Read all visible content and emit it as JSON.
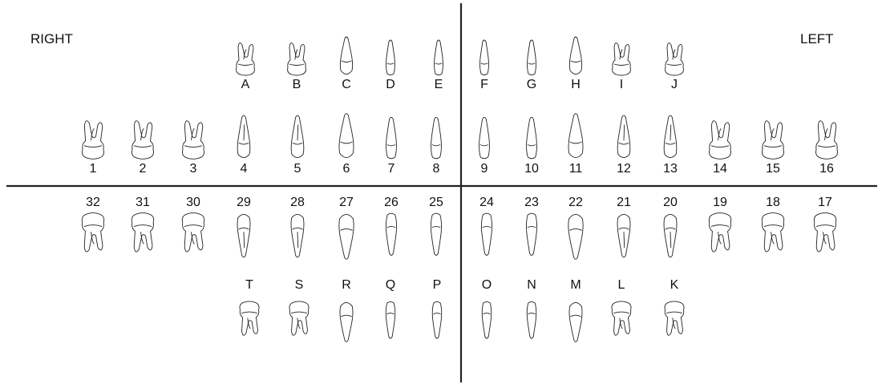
{
  "labels": {
    "right": "RIGHT",
    "left": "LEFT"
  },
  "colors": {
    "ink": "#222222",
    "background": "#ffffff"
  },
  "primary_upper": [
    {
      "id": "A",
      "type": "molar"
    },
    {
      "id": "B",
      "type": "molar"
    },
    {
      "id": "C",
      "type": "canine"
    },
    {
      "id": "D",
      "type": "incisor"
    },
    {
      "id": "E",
      "type": "incisor"
    },
    {
      "id": "F",
      "type": "incisor"
    },
    {
      "id": "G",
      "type": "incisor"
    },
    {
      "id": "H",
      "type": "canine"
    },
    {
      "id": "I",
      "type": "molar"
    },
    {
      "id": "J",
      "type": "molar"
    }
  ],
  "permanent_upper": [
    {
      "id": "1",
      "type": "molar"
    },
    {
      "id": "2",
      "type": "molar"
    },
    {
      "id": "3",
      "type": "molar"
    },
    {
      "id": "4",
      "type": "premolar"
    },
    {
      "id": "5",
      "type": "premolar"
    },
    {
      "id": "6",
      "type": "canine"
    },
    {
      "id": "7",
      "type": "incisor"
    },
    {
      "id": "8",
      "type": "incisor"
    },
    {
      "id": "9",
      "type": "incisor"
    },
    {
      "id": "10",
      "type": "incisor"
    },
    {
      "id": "11",
      "type": "canine"
    },
    {
      "id": "12",
      "type": "premolar"
    },
    {
      "id": "13",
      "type": "premolar"
    },
    {
      "id": "14",
      "type": "molar"
    },
    {
      "id": "15",
      "type": "molar"
    },
    {
      "id": "16",
      "type": "molar"
    }
  ],
  "permanent_lower": [
    {
      "id": "32",
      "type": "molar"
    },
    {
      "id": "31",
      "type": "molar"
    },
    {
      "id": "30",
      "type": "molar"
    },
    {
      "id": "29",
      "type": "premolar"
    },
    {
      "id": "28",
      "type": "premolar"
    },
    {
      "id": "27",
      "type": "canine"
    },
    {
      "id": "26",
      "type": "incisor"
    },
    {
      "id": "25",
      "type": "incisor"
    },
    {
      "id": "24",
      "type": "incisor"
    },
    {
      "id": "23",
      "type": "incisor"
    },
    {
      "id": "22",
      "type": "canine"
    },
    {
      "id": "21",
      "type": "premolar"
    },
    {
      "id": "20",
      "type": "premolar"
    },
    {
      "id": "19",
      "type": "molar"
    },
    {
      "id": "18",
      "type": "molar"
    },
    {
      "id": "17",
      "type": "molar"
    }
  ],
  "primary_lower": [
    {
      "id": "T",
      "type": "molar"
    },
    {
      "id": "S",
      "type": "molar"
    },
    {
      "id": "R",
      "type": "canine"
    },
    {
      "id": "Q",
      "type": "incisor"
    },
    {
      "id": "P",
      "type": "incisor"
    },
    {
      "id": "O",
      "type": "incisor"
    },
    {
      "id": "N",
      "type": "incisor"
    },
    {
      "id": "M",
      "type": "canine"
    },
    {
      "id": "L",
      "type": "molar"
    },
    {
      "id": "K",
      "type": "molar"
    }
  ]
}
